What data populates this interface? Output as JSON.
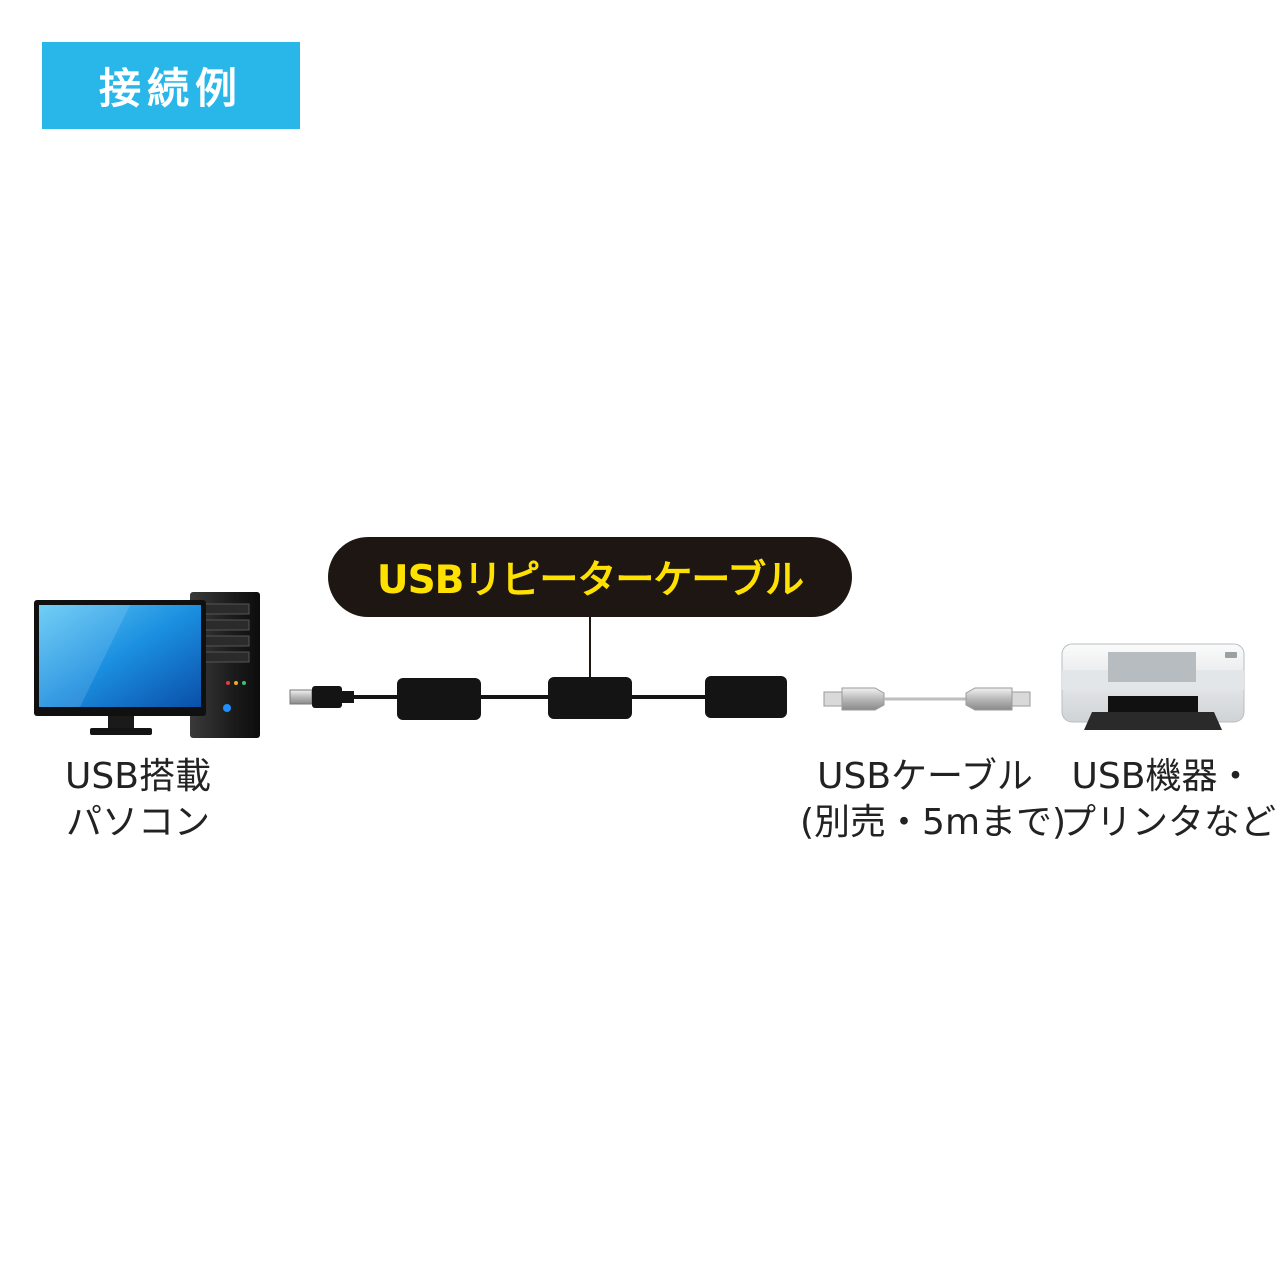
{
  "header": {
    "title": "接続例"
  },
  "product": {
    "name": "USBリピーターケーブル"
  },
  "pc": {
    "line1": "USB搭載",
    "line2": "パソコン"
  },
  "usb_cable": {
    "line1": "USBケーブル",
    "line2": "(別売・5mまで)"
  },
  "usb_device": {
    "line1": "USB機器・",
    "line2": "プリンタなど"
  },
  "colors": {
    "header_bg": "#29b6e8",
    "pill_bg": "#1d1612",
    "pill_text": "#ffe100",
    "label_text": "#222222"
  },
  "icons": [
    "desktop-pc-icon",
    "repeater-cable-icon",
    "usb-cable-icon",
    "printer-icon"
  ]
}
